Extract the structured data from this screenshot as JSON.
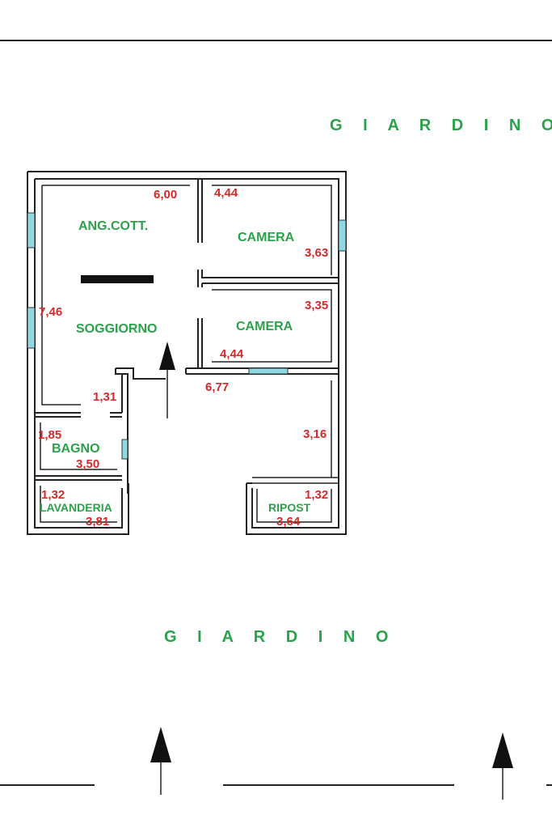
{
  "garden_top": "G I A R D I N O",
  "garden_bottom": "G I A R D I N O",
  "rooms": {
    "ang_cott": "ANG.COTT.",
    "soggiorno": "SOGGIORNO",
    "camera_1": "CAMERA",
    "camera_2": "CAMERA",
    "bagno": "BAGNO",
    "lavanderia": "LAVANDERIA",
    "ripost": "RIPOST"
  },
  "dimensions": {
    "d_600": "6,00",
    "d_444_top": "4,44",
    "d_363": "3,63",
    "d_746": "7,46",
    "d_335": "3,35",
    "d_444_mid": "4,44",
    "d_677": "6,77",
    "d_131": "1,31",
    "d_185": "1,85",
    "d_350": "3,50",
    "d_316": "3,16",
    "d_132_left": "1,32",
    "d_381": "3,81",
    "d_132_right": "1,32",
    "d_364": "3,64"
  },
  "colors": {
    "label_green": "#2aa24a",
    "dimension_red": "#d42a2a",
    "window_cyan": "#8fd8e0"
  }
}
